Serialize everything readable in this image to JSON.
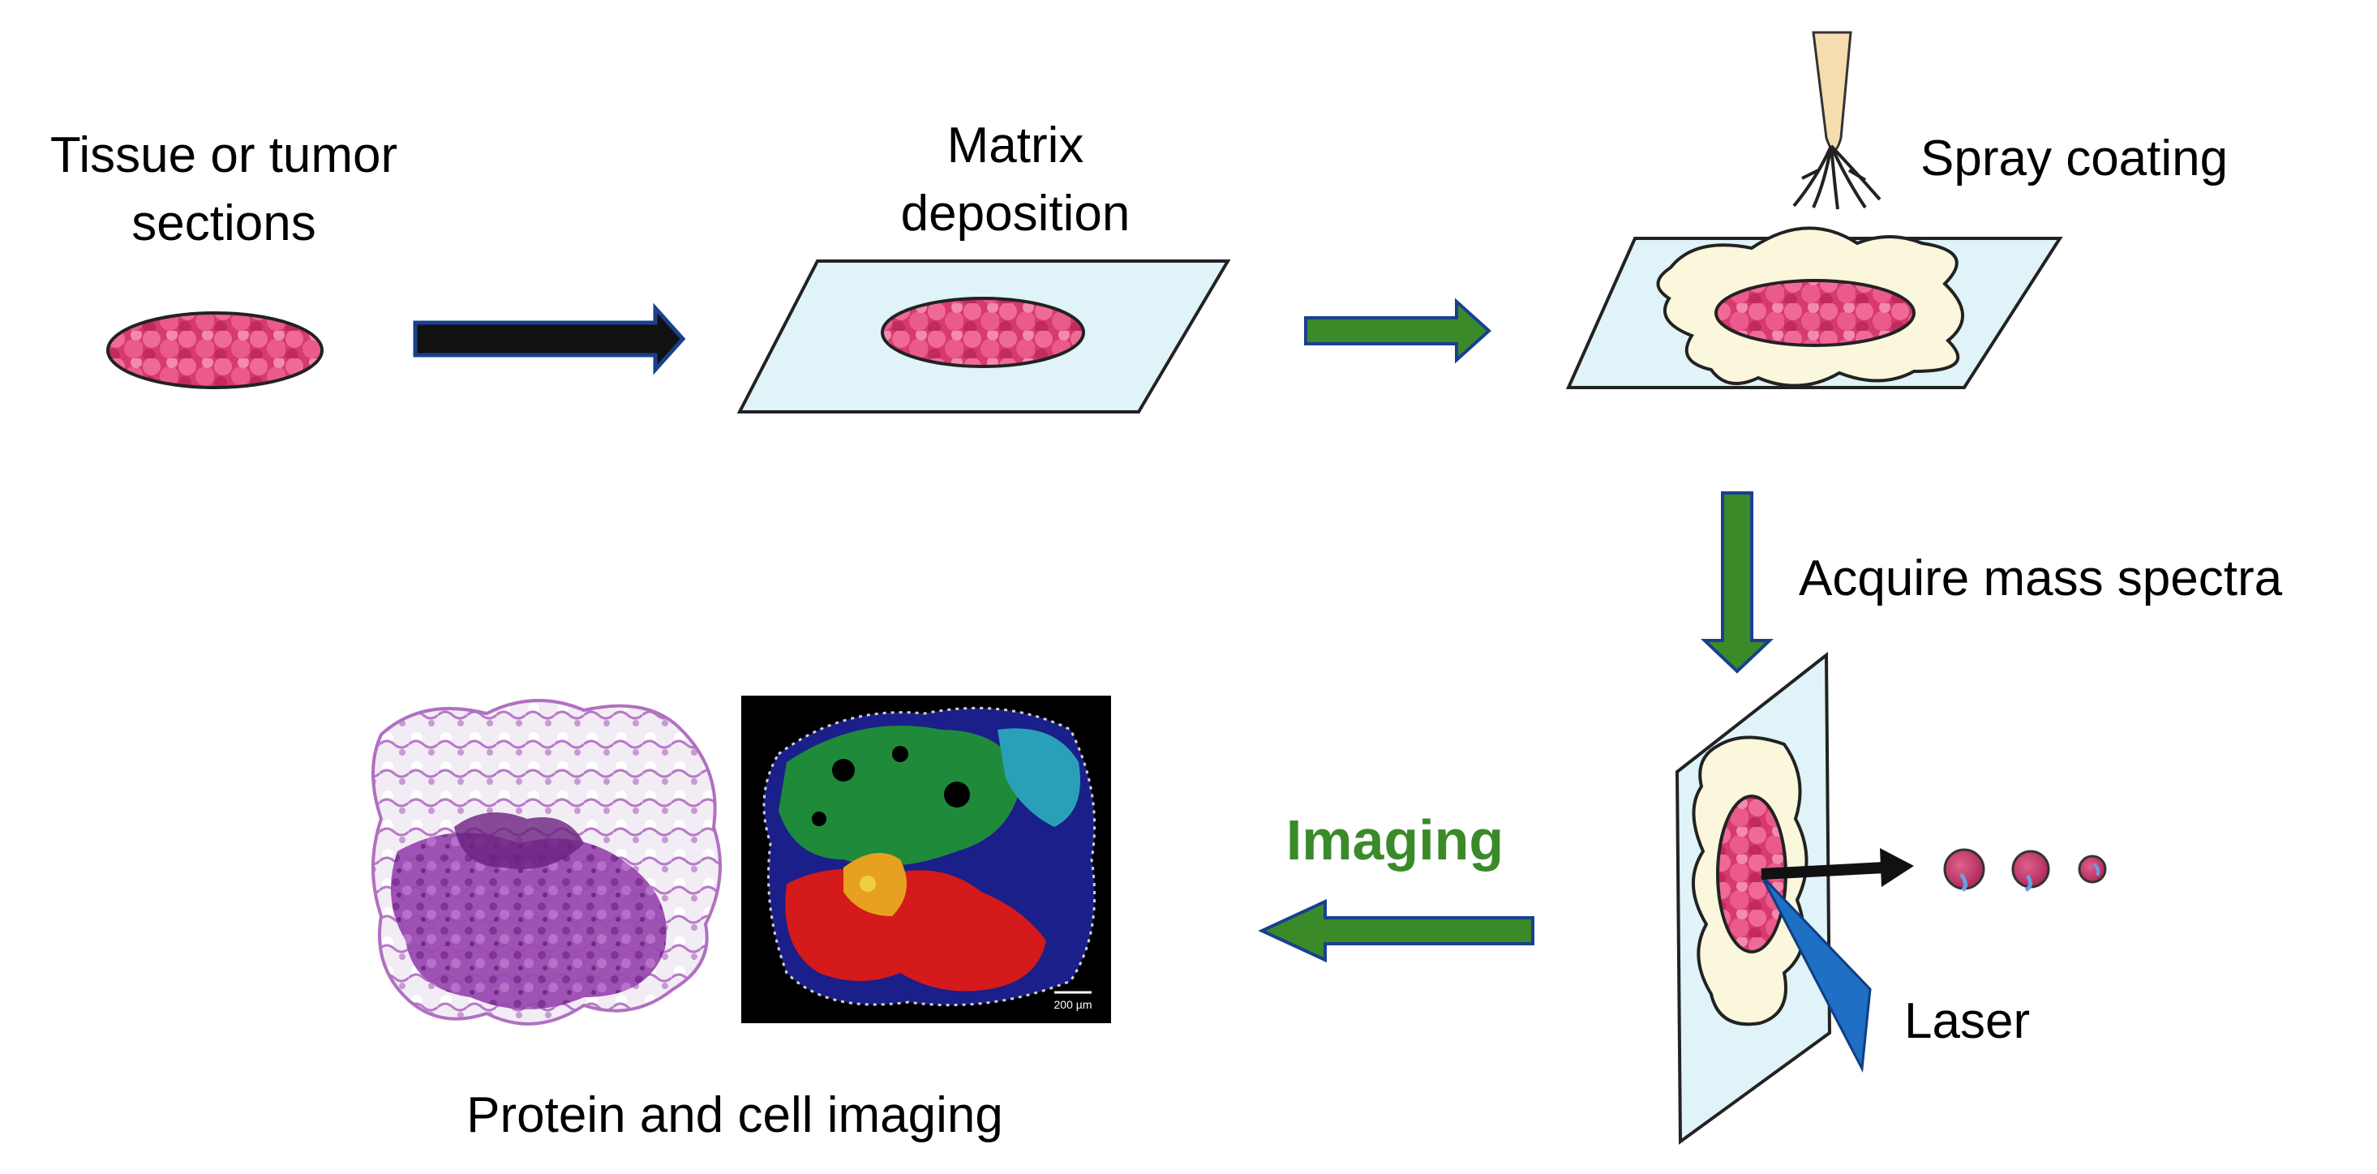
{
  "labels": {
    "tissue_line1": "Tissue or tumor",
    "tissue_line2": "sections",
    "matrix_line1": "Matrix",
    "matrix_line2": "deposition",
    "spray": "Spray coating",
    "acquire": "Acquire mass spectra",
    "laser": "Laser",
    "imaging": "Imaging",
    "protein": "Protein and cell imaging",
    "scale_bar": "200 µm"
  },
  "colors": {
    "tissue_fill": "#d63a6e",
    "slide_fill": "#dff3f8",
    "matrix_fill": "#fbf7dc",
    "green_arrow": "#3a8a2a",
    "arrow_outline": "#1a3f8f",
    "laser_blue": "#1f6fc4",
    "he_purple": "#8a3fa0",
    "imaging_text": "#3a8a2a"
  }
}
